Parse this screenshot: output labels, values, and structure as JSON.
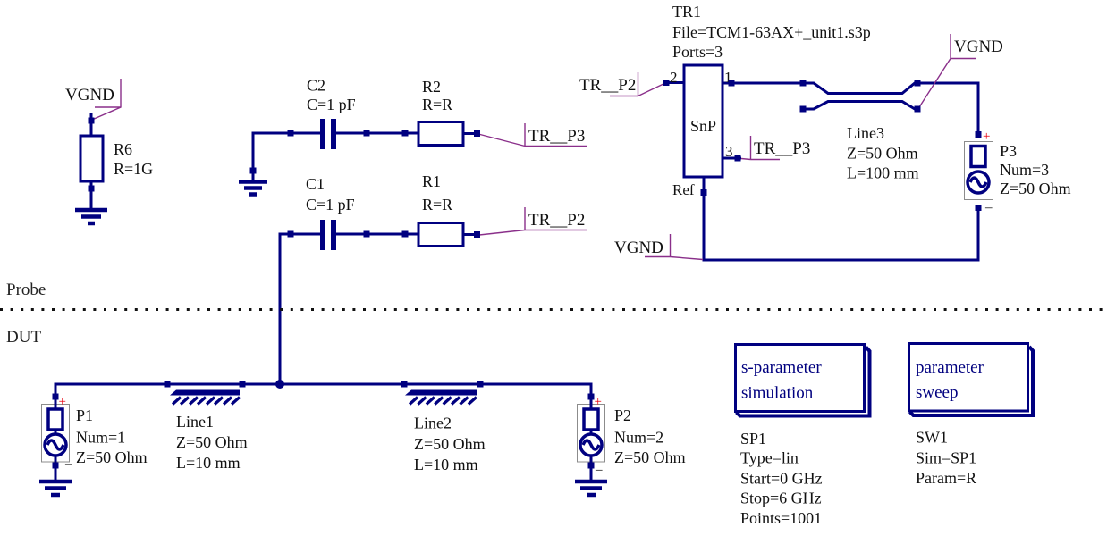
{
  "colors": {
    "wire": "#000080",
    "net_label_flag": "#8a2f8a",
    "text": "#111111",
    "sim_title": "#00007f",
    "plus_sign": "#e8000d",
    "port_frame": "#8c8c8c"
  },
  "sections": {
    "probe": "Probe",
    "dut": "DUT"
  },
  "net_labels": {
    "vgnd": "VGND",
    "tr_p2": "TR__P2",
    "tr_p3": "TR__P3"
  },
  "components": {
    "r6": {
      "name": "R6",
      "value": "R=1G"
    },
    "c2": {
      "name": "C2",
      "value": "C=1 pF"
    },
    "r2": {
      "name": "R2",
      "value": "R=R"
    },
    "c1": {
      "name": "C1",
      "value": "C=1 pF"
    },
    "r1": {
      "name": "R1",
      "value": "R=R"
    },
    "tr1": {
      "name": "TR1",
      "file": "File=TCM1-63AX+_unit1.s3p",
      "ports": "Ports=3",
      "symbol": "SnP",
      "pin1": "1",
      "pin2": "2",
      "pin3": "3",
      "ref": "Ref"
    },
    "line1": {
      "name": "Line1",
      "impedance": "Z=50 Ohm",
      "length": "L=10 mm"
    },
    "line2": {
      "name": "Line2",
      "impedance": "Z=50 Ohm",
      "length": "L=10 mm"
    },
    "line3": {
      "name": "Line3",
      "impedance": "Z=50 Ohm",
      "length": "L=100 mm"
    },
    "p1": {
      "name": "P1",
      "num": "Num=1",
      "impedance": "Z=50 Ohm",
      "plus": "+",
      "minus": "–"
    },
    "p2": {
      "name": "P2",
      "num": "Num=2",
      "impedance": "Z=50 Ohm",
      "plus": "+",
      "minus": "–"
    },
    "p3": {
      "name": "P3",
      "num": "Num=3",
      "impedance": "Z=50 Ohm",
      "plus": "+",
      "minus": "–"
    }
  },
  "simulations": {
    "sparameter": {
      "title_line1": "s-parameter",
      "title_line2": "simulation",
      "name": "SP1",
      "type": "Type=lin",
      "start": "Start=0 GHz",
      "stop": "Stop=6 GHz",
      "points": "Points=1001"
    },
    "sweep": {
      "title_line1": "parameter",
      "title_line2": "sweep",
      "name": "SW1",
      "sim": "Sim=SP1",
      "param": "Param=R"
    }
  }
}
